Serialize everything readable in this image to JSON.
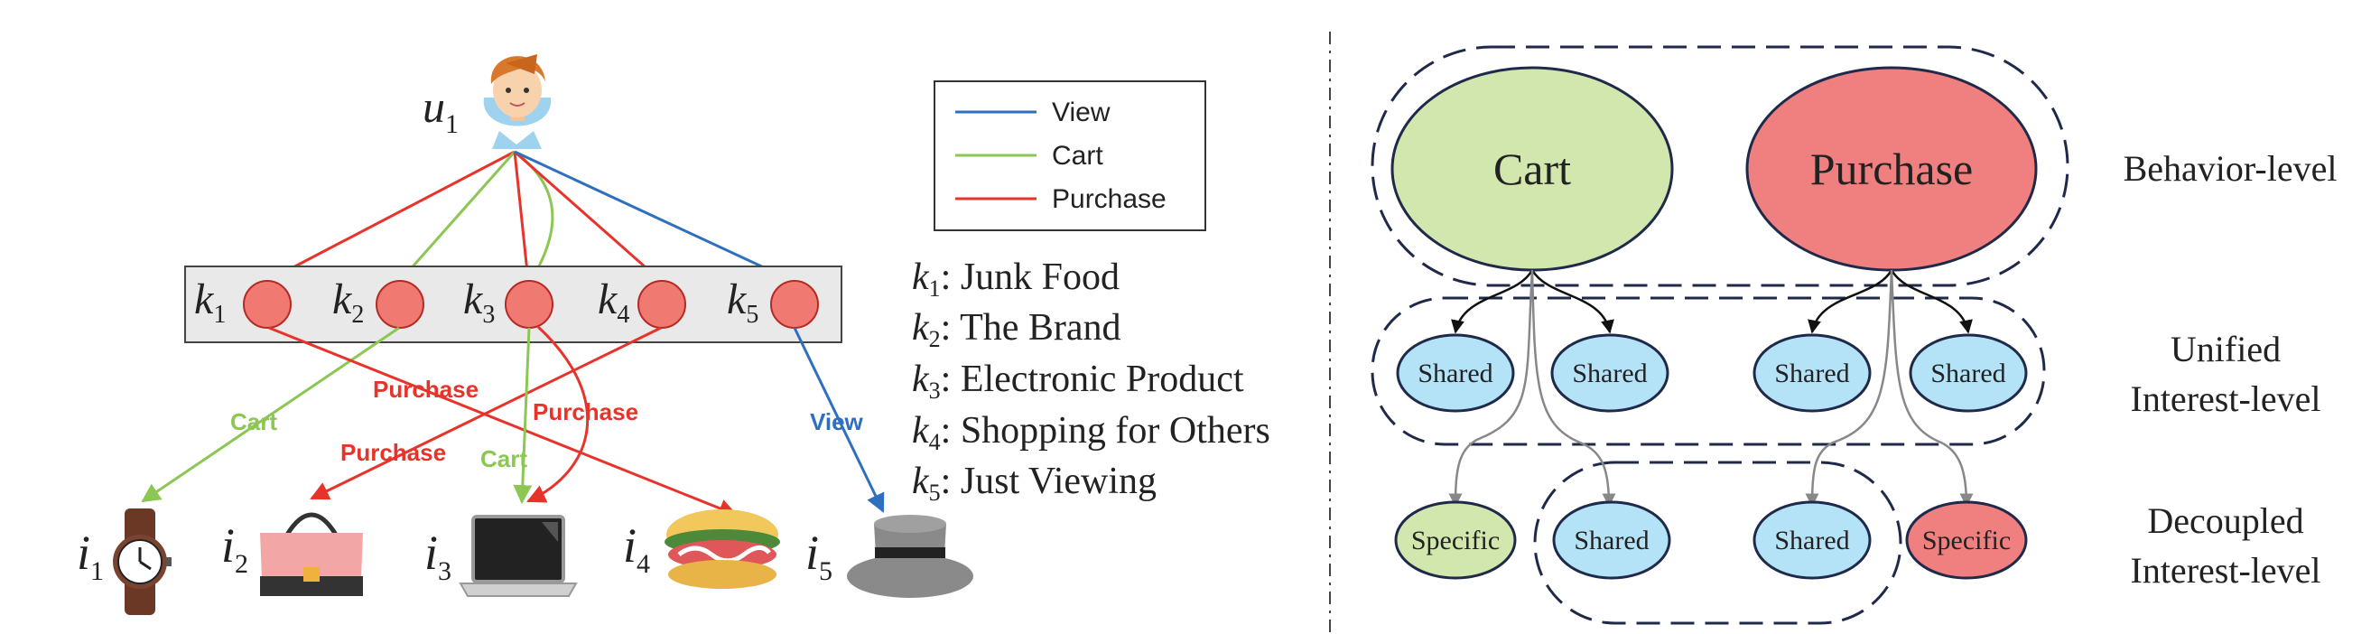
{
  "left_panel": {
    "user": {
      "symbol": "u",
      "subscript": "1"
    },
    "legend": [
      {
        "label": "View",
        "color": "#2e6fc0"
      },
      {
        "label": "Cart",
        "color": "#8cc653"
      },
      {
        "label": "Purchase",
        "color": "#e8332b"
      }
    ],
    "interests": [
      {
        "symbol": "k",
        "subscript": "1"
      },
      {
        "symbol": "k",
        "subscript": "2"
      },
      {
        "symbol": "k",
        "subscript": "3"
      },
      {
        "symbol": "k",
        "subscript": "4"
      },
      {
        "symbol": "k",
        "subscript": "5"
      }
    ],
    "interest_definitions": [
      {
        "symbol": "k",
        "subscript": "1",
        "text": ": Junk Food"
      },
      {
        "symbol": "k",
        "subscript": "2",
        "text": ": The Brand"
      },
      {
        "symbol": "k",
        "subscript": "3",
        "text": ": Electronic Product"
      },
      {
        "symbol": "k",
        "subscript": "4",
        "text": ": Shopping for Others"
      },
      {
        "symbol": "k",
        "subscript": "5",
        "text": ": Just Viewing"
      }
    ],
    "edge_labels": {
      "cart_1": "Cart",
      "purchase_1": "Purchase",
      "purchase_2": "Purchase",
      "purchase_3": "Purchase",
      "cart_2": "Cart",
      "view": "View"
    },
    "items": [
      {
        "symbol": "i",
        "subscript": "1",
        "icon": "watch-icon"
      },
      {
        "symbol": "i",
        "subscript": "2",
        "icon": "handbag-icon"
      },
      {
        "symbol": "i",
        "subscript": "3",
        "icon": "laptop-icon"
      },
      {
        "symbol": "i",
        "subscript": "4",
        "icon": "hotdog-icon"
      },
      {
        "symbol": "i",
        "subscript": "5",
        "icon": "hat-icon"
      }
    ]
  },
  "right_panel": {
    "behaviors": [
      {
        "label": "Cart",
        "color": "#d2e7ad"
      },
      {
        "label": "Purchase",
        "color": "#f08080"
      }
    ],
    "unified_nodes": [
      "Shared",
      "Shared",
      "Shared",
      "Shared"
    ],
    "decoupled_nodes": [
      {
        "label": "Specific",
        "color": "#d2e7ad"
      },
      {
        "label": "Shared",
        "color": "#b4e3f8"
      },
      {
        "label": "Shared",
        "color": "#b4e3f8"
      },
      {
        "label": "Specific",
        "color": "#f08080"
      }
    ],
    "shared_color": "#b4e3f8",
    "level_labels": {
      "behavior": [
        "Behavior-level"
      ],
      "unified": [
        "Unified",
        "Interest-level"
      ],
      "decoupled": [
        "Decoupled",
        "Interest-level"
      ]
    }
  }
}
